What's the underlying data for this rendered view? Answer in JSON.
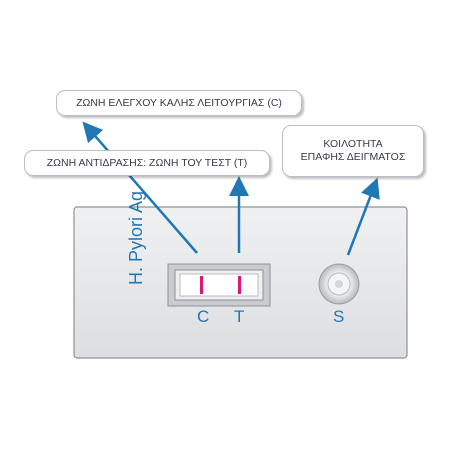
{
  "callouts": {
    "control_zone": "ΖΩΝΗ ΕΛΕΓΧΟΥ ΚΑΛΗΣ ΛΕΙΤΟΥΡΓΙΑΣ (C)",
    "test_zone": "ΖΩΝΗ ΑΝΤΙΔΡΑΣΗΣ: ΖΩΝΗ ΤΟΥ ΤΕΣΤ (T)",
    "sample_well": [
      "ΚΟΙΛΟΤΗΤΑ",
      "ΕΠΑΦΗΣ ΔΕΙΓΜΑΤΟΣ"
    ]
  },
  "cassette": {
    "brand": "H. Pylori Ag",
    "label_c": "C",
    "label_t": "T",
    "label_s": "S"
  },
  "colors": {
    "arrow": "#1f78b4",
    "text_blue": "#1f78b4",
    "line_magenta": "#e0157a",
    "cassette_fill": "#e6e7e9",
    "cassette_border": "#8e9298"
  }
}
